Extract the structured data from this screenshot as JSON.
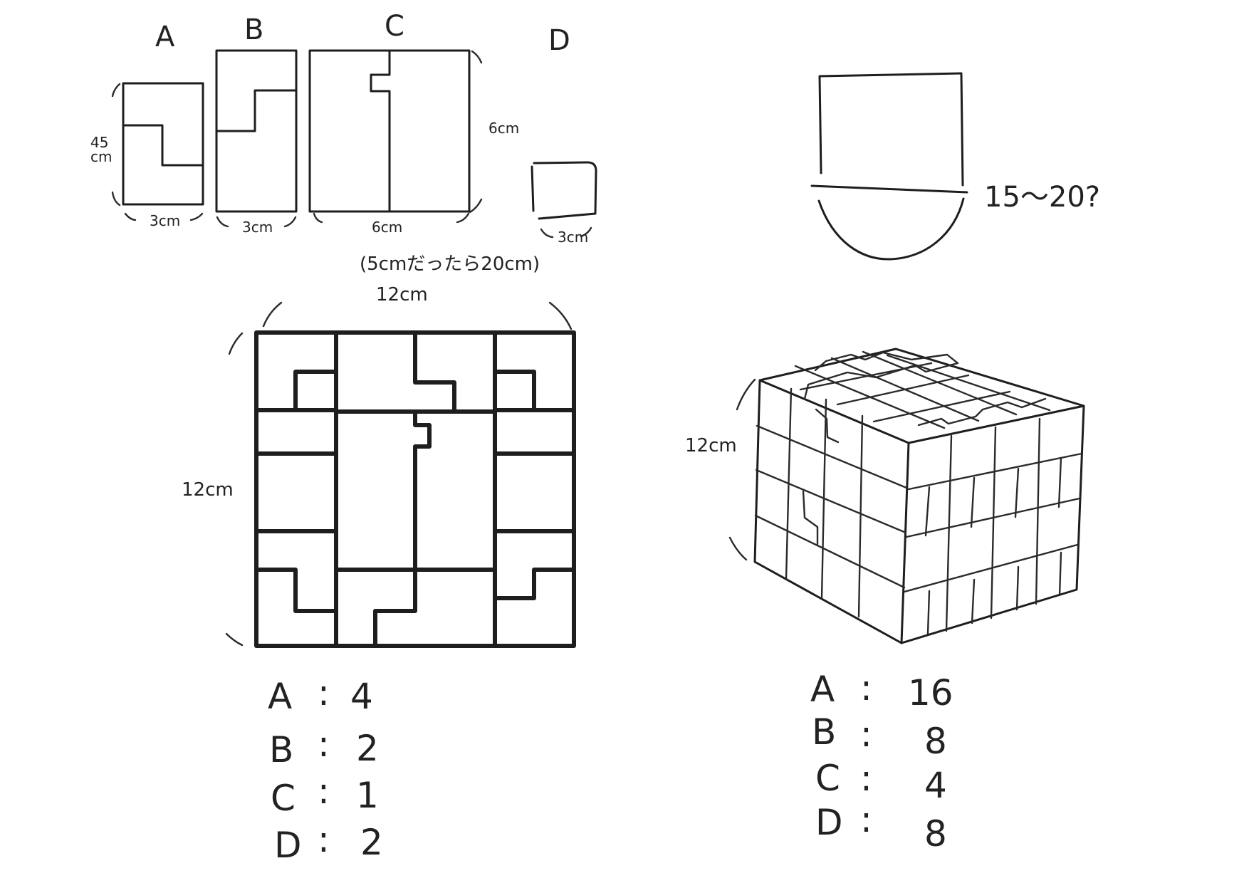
{
  "pieces": {
    "a": {
      "name": "A",
      "height": "45\ncm",
      "width": "3cm"
    },
    "b": {
      "name": "B",
      "width": "3cm"
    },
    "c": {
      "name": "C",
      "width": "6cm",
      "height": "6cm"
    },
    "d": {
      "name": "D",
      "width": "3cm"
    }
  },
  "bowl": {
    "estimate": "15〜20?"
  },
  "square_layout": {
    "note": "(5cmだったら20cm)",
    "width": "12cm",
    "height": "12cm",
    "counts": [
      {
        "piece": "A",
        "sep": ":",
        "count": "4"
      },
      {
        "piece": "B",
        "sep": ":",
        "count": "2"
      },
      {
        "piece": "C",
        "sep": ":",
        "count": "1"
      },
      {
        "piece": "D",
        "sep": ":",
        "count": "2"
      }
    ]
  },
  "cube": {
    "size": "12cm",
    "counts": [
      {
        "piece": "A",
        "sep": ":",
        "count": "16"
      },
      {
        "piece": "B",
        "sep": ":",
        "count": "8"
      },
      {
        "piece": "C",
        "sep": ":",
        "count": "4"
      },
      {
        "piece": "D",
        "sep": ":",
        "count": "8"
      }
    ]
  }
}
